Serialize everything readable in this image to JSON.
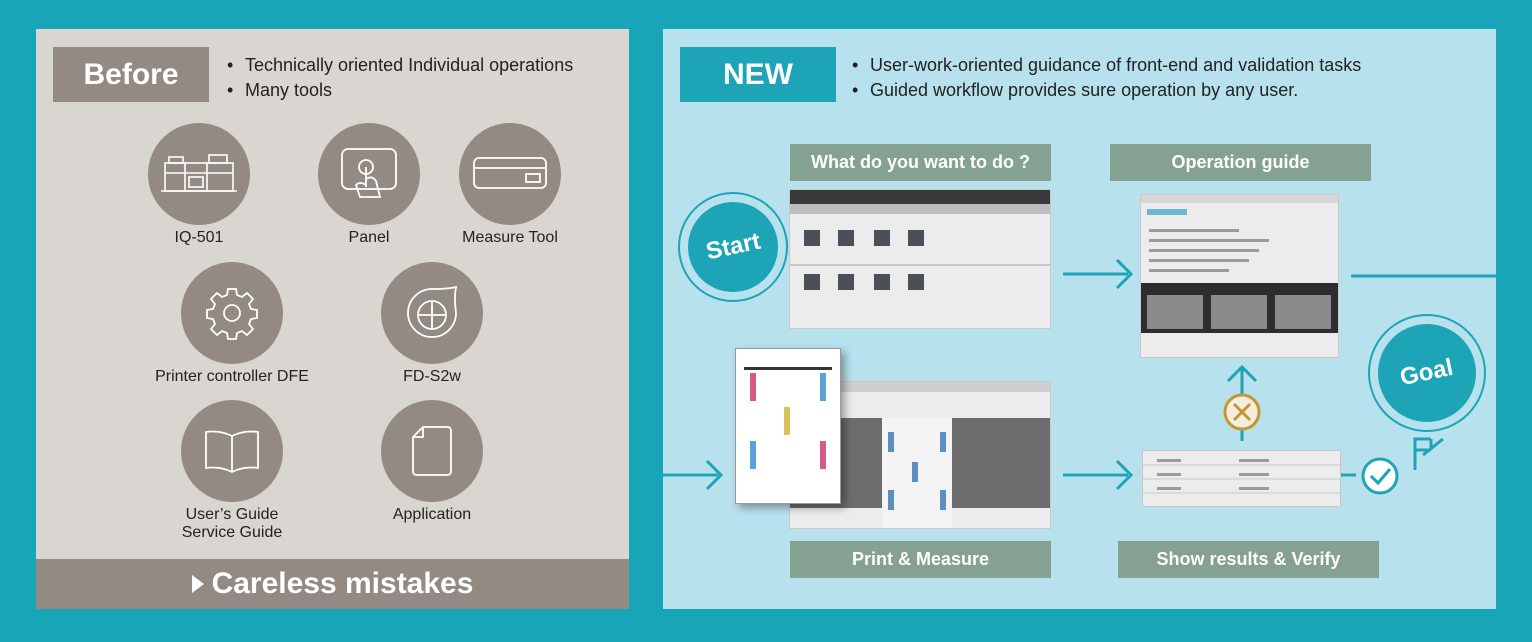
{
  "before": {
    "tag": "Before",
    "bullets": [
      "Technically oriented Individual operations",
      "Many tools"
    ],
    "tools": {
      "iq501": "IQ-501",
      "panel": "Panel",
      "measure_tool": "Measure Tool",
      "printer_controller": "Printer controller DFE",
      "fd_s2w": "FD-S2w",
      "guide_line1": "User’s Guide",
      "guide_line2": "Service Guide",
      "application": "Application"
    },
    "footer": "Careless mistakes"
  },
  "new": {
    "tag": "NEW",
    "bullets": [
      "User-work-oriented guidance of front-end and validation tasks",
      "Guided workflow provides sure operation by any user."
    ],
    "steps": {
      "what": "What do you want to do ?",
      "guide": "Operation guide",
      "print": "Print & Measure",
      "verify": "Show results & Verify"
    },
    "start": "Start",
    "goal": "Goal"
  },
  "colors": {
    "teal": "#1da4b6",
    "frame": "#18a5b8",
    "grey_brown": "#928a83",
    "sage": "#85a192",
    "left_bg": "#d9d6d2",
    "right_bg": "#b8e1ee",
    "warning": "#c9952e"
  },
  "icons": [
    "printer-icon",
    "touch-panel-icon",
    "measure-device-icon",
    "gear-icon",
    "fd-s2w-icon",
    "book-icon",
    "document-icon",
    "arrow-right-icon",
    "arrow-up-icon",
    "x-circle-icon",
    "check-circle-icon"
  ]
}
